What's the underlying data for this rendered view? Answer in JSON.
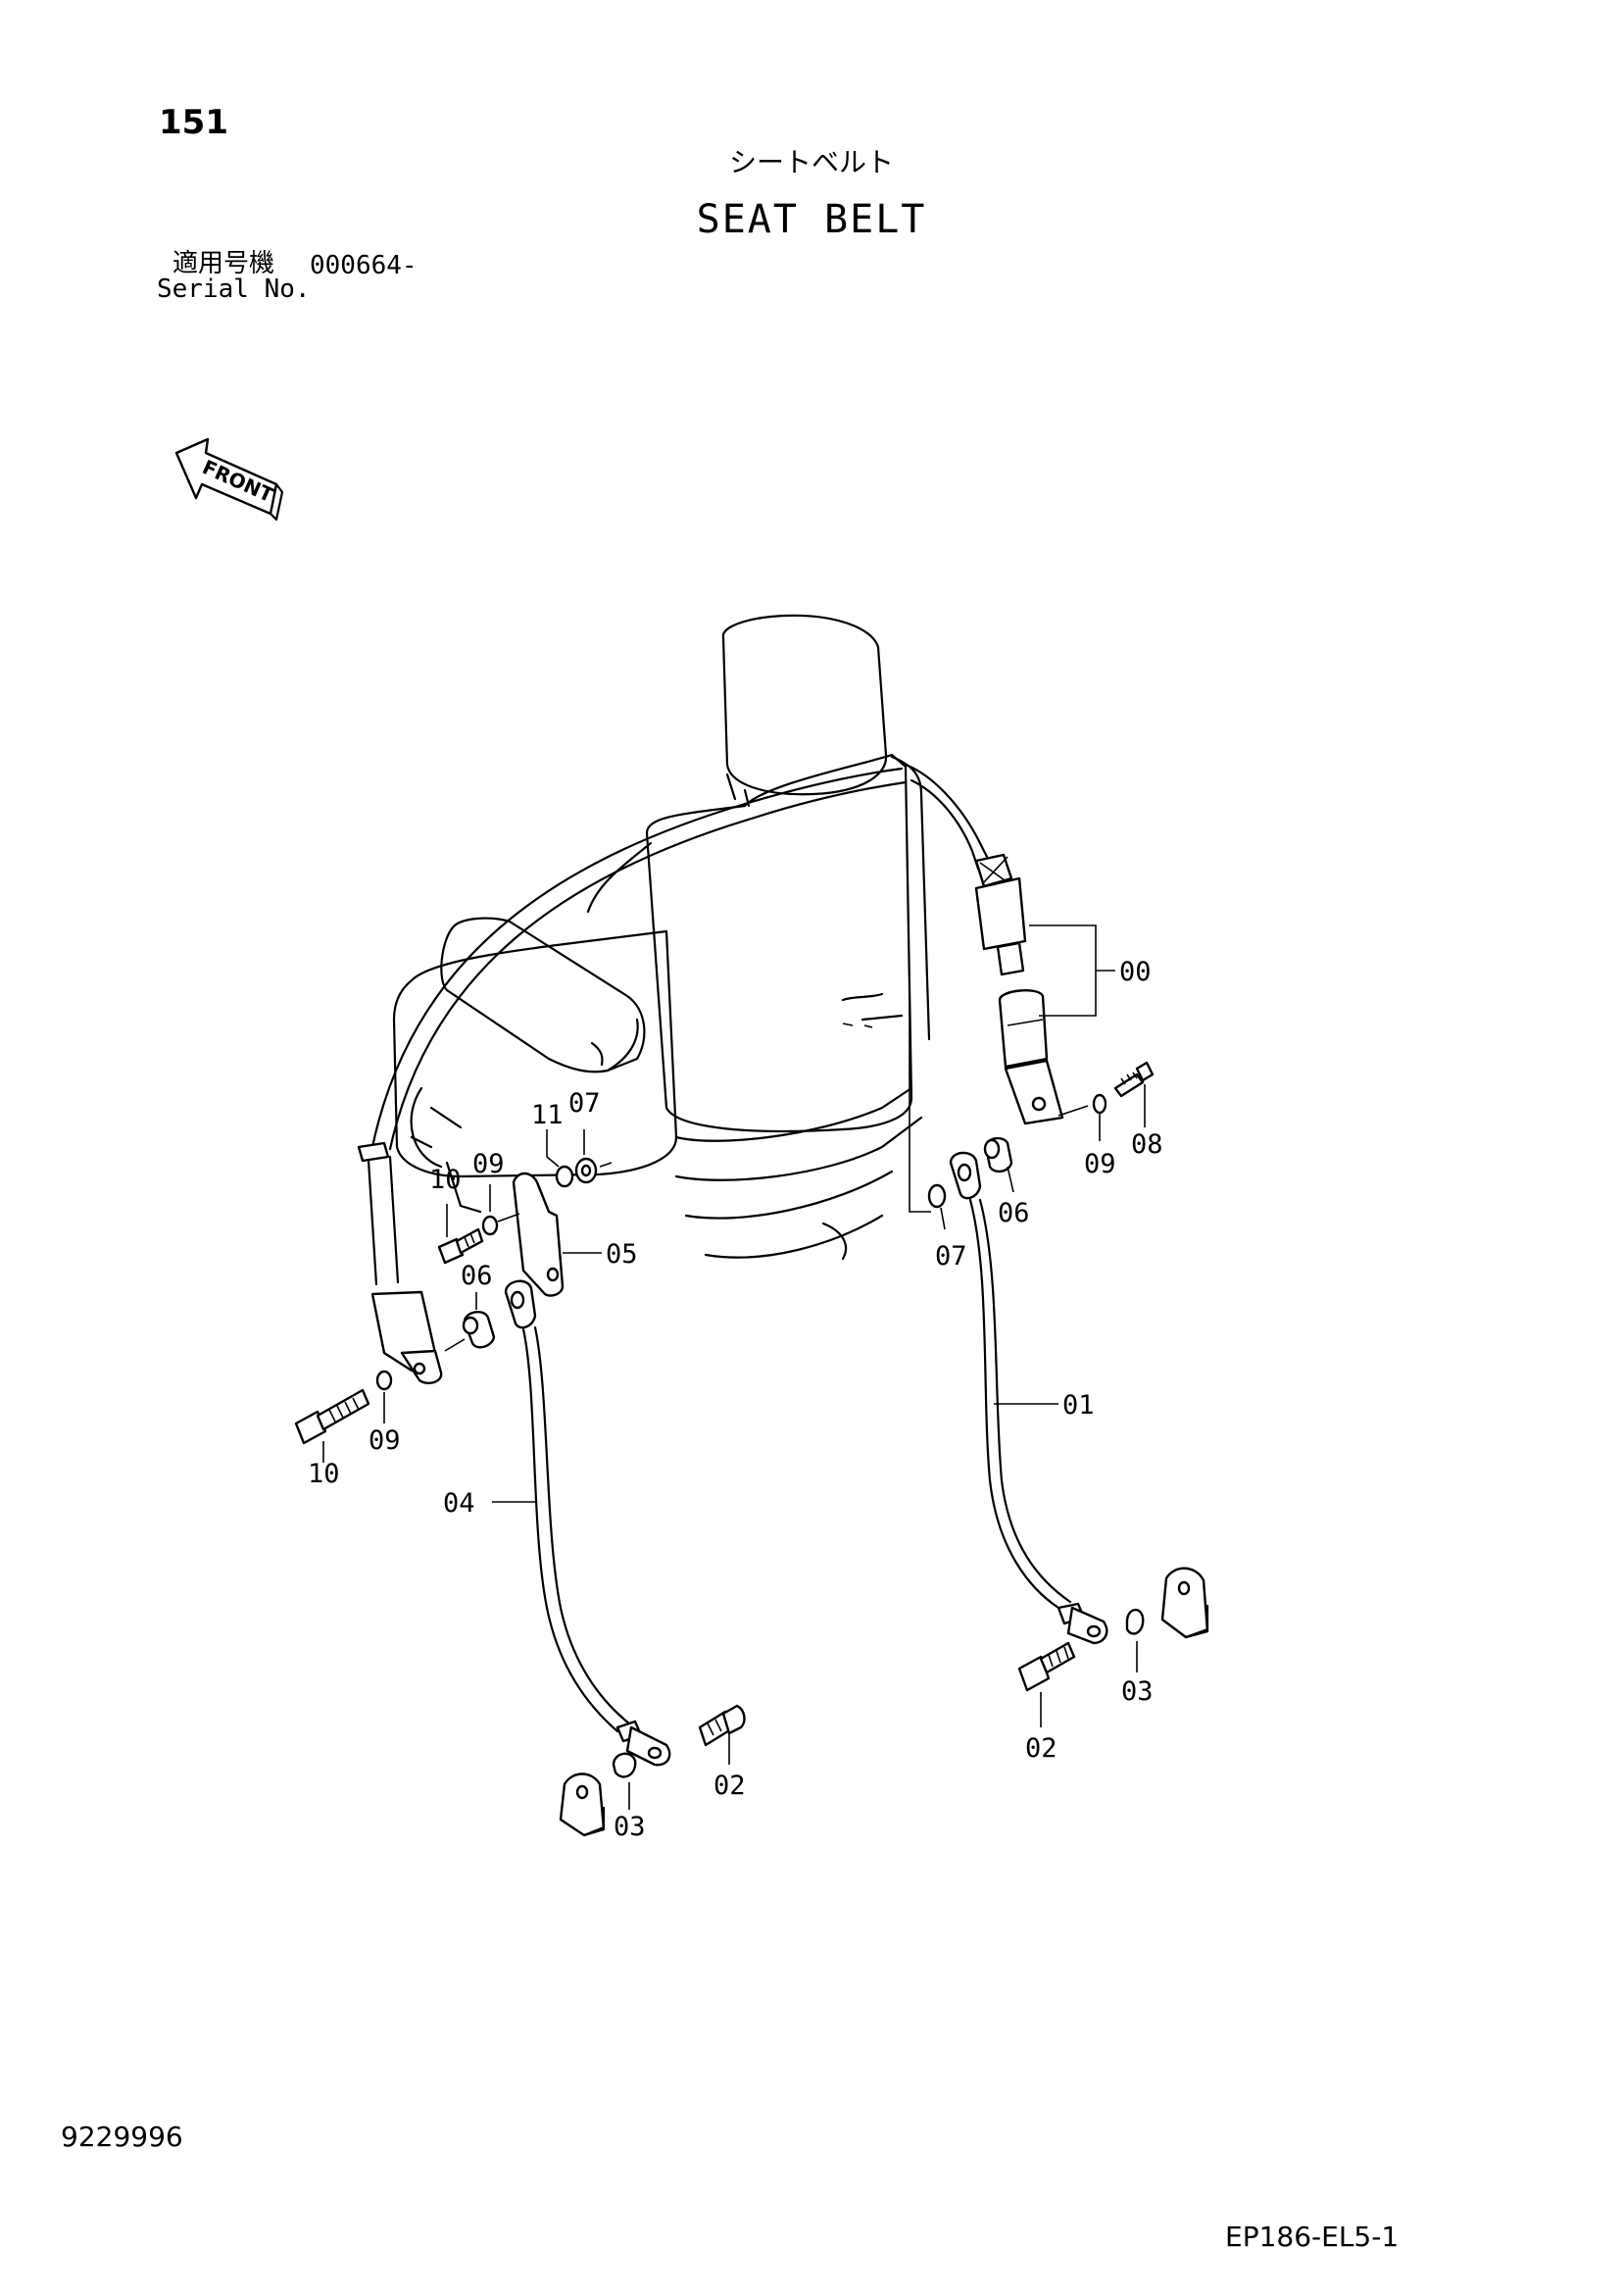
{
  "header": {
    "page_number": "151",
    "title_jp": "シートベルト",
    "title_en": "SEAT BELT",
    "serial_label_jp": "適用号機",
    "serial_value": "000664-",
    "serial_label_en": "Serial No."
  },
  "footer": {
    "doc_code": "9229996",
    "figure_code": "EP186-EL5-1"
  },
  "front_indicator": {
    "label": "FRONT",
    "icon": "arrow-icon"
  },
  "callouts": {
    "c00": "00",
    "c01": "01",
    "c02_right": "02",
    "c02_left": "02",
    "c03_right": "03",
    "c03_left": "03",
    "c04": "04",
    "c05": "05",
    "c06_left": "06",
    "c06_right": "06",
    "c07_left": "07",
    "c07_right": "07",
    "c08": "08",
    "c09_top": "09",
    "c09_bottom": "09",
    "c09_right": "09",
    "c10_top": "10",
    "c10_bottom": "10",
    "c11": "11"
  }
}
